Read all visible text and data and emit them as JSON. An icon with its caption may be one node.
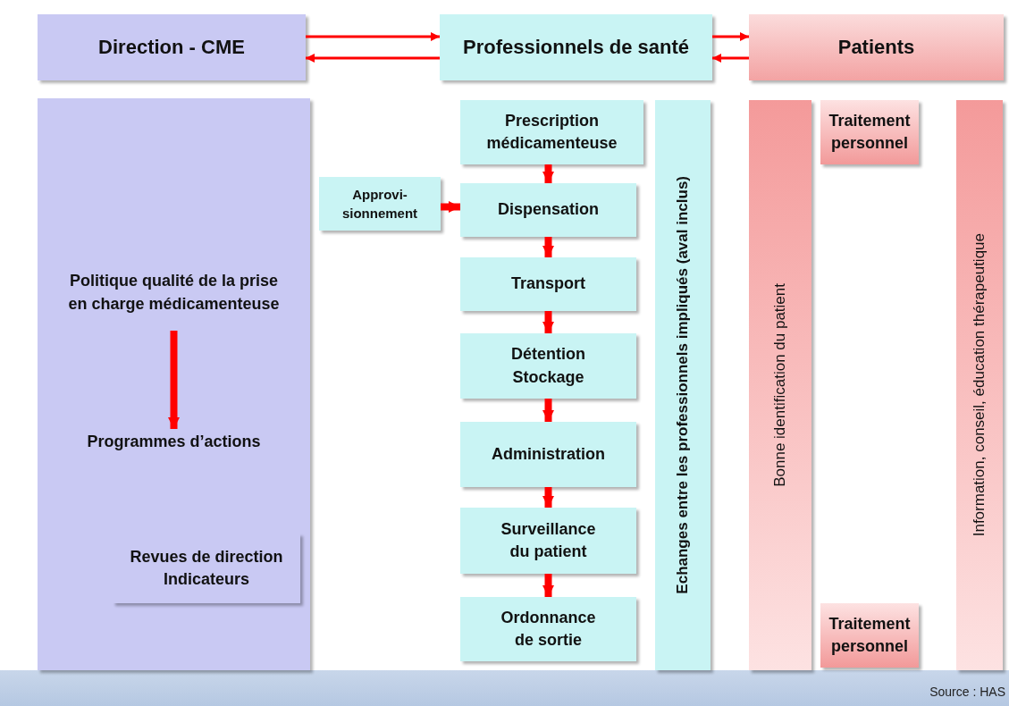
{
  "diagram": {
    "nodes": [
      {
        "text": [
          "Direction - CME"
        ]
      },
      {
        "text": [
          "Professionnels de santé"
        ]
      },
      {
        "text": [
          "Patients"
        ]
      },
      {
        "text": [],
        "shape": "box"
      },
      {
        "text": [
          "Politique qualité de la prise en charge médicamenteuse"
        ],
        "in": 3
      },
      {
        "text": [
          "Programmes d’actions"
        ],
        "in": 3
      },
      {
        "text": [
          "Revues de direction Indicateurs"
        ],
        "in": 3
      },
      {
        "text": [
          "Prescription médicamenteuse"
        ]
      },
      {
        "text": [
          "Approvi- sionnement"
        ]
      },
      {
        "text": [
          "Dispensation"
        ]
      },
      {
        "text": [
          "Transport"
        ]
      },
      {
        "text": [
          "Détention Stockage"
        ]
      },
      {
        "text": [
          "Administration"
        ]
      },
      {
        "text": [
          "Surveillance du patient"
        ]
      },
      {
        "text": [
          "Ordonnance de sortie"
        ]
      },
      {
        "text": [
          "Echanges entre les professionnels impliqués (aval inclus)"
        ]
      },
      {
        "text": [
          "Bonne identification du patient"
        ]
      },
      {
        "text": [
          "Traitement personnel"
        ]
      },
      {
        "text": [
          "Traitement personnel"
        ]
      },
      {
        "text": [
          "Information, conseil, éducation thérapeutique"
        ]
      }
    ],
    "edges": [
      {
        "from": 0,
        "to": 1,
        "arrow": "to"
      },
      {
        "from": 1,
        "to": 0,
        "arrow": "to"
      },
      {
        "from": 1,
        "to": 2,
        "arrow": "to"
      },
      {
        "from": 2,
        "to": 1,
        "arrow": "to"
      },
      {
        "from": 4,
        "to": 5,
        "arrow": "to"
      },
      {
        "from": 7,
        "to": 9,
        "arrow": "to"
      },
      {
        "from": 8,
        "to": 9,
        "arrow": "to"
      },
      {
        "from": 9,
        "to": 10,
        "arrow": "to"
      },
      {
        "from": 10,
        "to": 11,
        "arrow": "to"
      },
      {
        "from": 11,
        "to": 12,
        "arrow": "to"
      },
      {
        "from": 12,
        "to": 13,
        "arrow": "to"
      },
      {
        "from": 13,
        "to": 14,
        "arrow": "to"
      }
    ],
    "labels": [
      "Source : HAS"
    ]
  }
}
